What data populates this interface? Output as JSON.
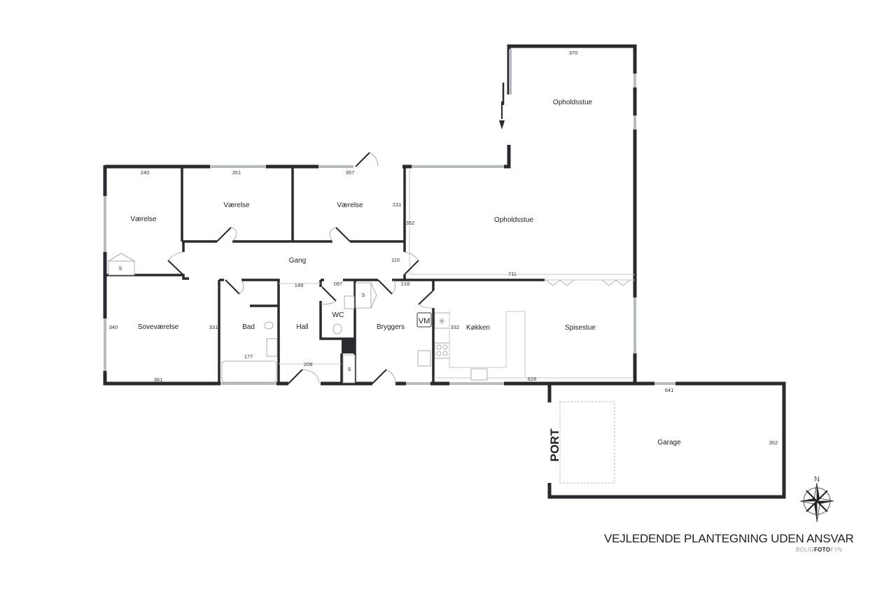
{
  "rooms": {
    "vaerelse_1": "Værelse",
    "vaerelse_2": "Værelse",
    "vaerelse_3": "Værelse",
    "opholdsstue_1": "Opholdsstue",
    "opholdsstue_2": "Opholdsstue",
    "gang": "Gang",
    "sovevaerelse": "Soveværelse",
    "bad": "Bad",
    "hall": "Hall",
    "wc": "WC",
    "bryggers": "Bryggers",
    "kokken": "Køkken",
    "spisestue": "Spisestue",
    "garage": "Garage"
  },
  "dimensions": {
    "d370": "370",
    "d240": "240",
    "d351": "351",
    "d357": "357",
    "d231": "231",
    "d352a": "352",
    "d110": "110",
    "d711": "711",
    "d148": "148",
    "d097": "097",
    "d218": "218",
    "d340": "340",
    "d331": "331",
    "d332": "332",
    "d177": "177",
    "d208": "208",
    "d361": "361",
    "d628": "628",
    "d641": "641",
    "d352b": "352"
  },
  "fixtures": {
    "closet": "S",
    "washer": "VM",
    "garage_door": "PORT"
  },
  "compass": {
    "north": "N"
  },
  "footer": {
    "disclaimer": "VEJLEDENDE PLANTEGNING UDEN ANSVAR",
    "brand_a": "BOLIG",
    "brand_b": "FOTO",
    "brand_c": "FYN"
  }
}
